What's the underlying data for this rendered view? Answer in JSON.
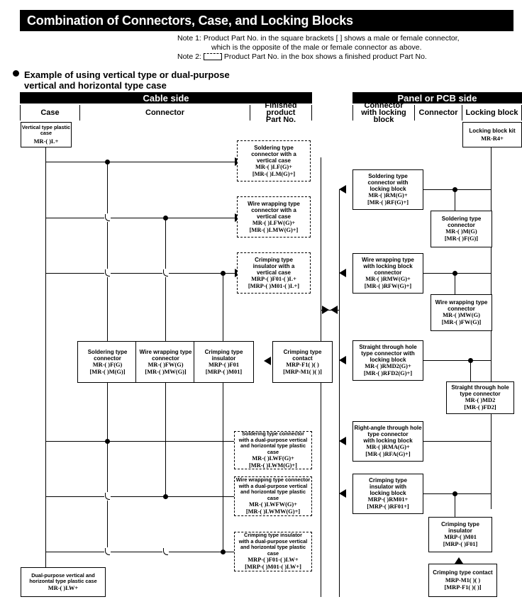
{
  "title": "Combination of Connectors, Case, and Locking Blocks",
  "notes": {
    "note1_label": "Note 1:",
    "note1_line1": "Product Part No. in the square brackets [   ] shows a male or female connector,",
    "note1_line2": "which is the opposite of the male or female connector as above.",
    "note2_label": "Note 2:",
    "note2_text": "Product Part No. in the box shows a finished product Part No."
  },
  "bullet_heading_line1": "Example of using vertical type or dual-purpose",
  "bullet_heading_line2": "vertical and horizontal type case",
  "headers": {
    "cable_side": "Cable side",
    "panel_side": "Panel or PCB side",
    "case": "Case",
    "connector": "Connector",
    "finished_product_l1": "Finished product",
    "finished_product_l2": "Part No.",
    "connector_with_locking_block_l1": "Connector",
    "connector_with_locking_block_l2": "with locking block",
    "connector_right": "Connector",
    "locking_block": "Locking block"
  },
  "boxes": {
    "vertical_case": {
      "title": [
        "Vertical type plastic case"
      ],
      "parts": [
        "MR-(  )L+"
      ]
    },
    "dual_case": {
      "title": [
        "Dual-purpose vertical and",
        "horizontal type plastic case"
      ],
      "parts": [
        "MR-(  )LW+"
      ]
    },
    "locking_block_kit": {
      "title": [
        "Locking block kit"
      ],
      "parts": [
        "MR-R4+"
      ]
    },
    "sold_vert": {
      "title": [
        "Soldering type",
        "connector with a",
        "vertical case"
      ],
      "parts": [
        "MR-(  )LF(G)+",
        "[MR-(  )LM(G)+]"
      ]
    },
    "wire_vert": {
      "title": [
        "Wire wrapping type",
        "connector with a",
        "vertical case"
      ],
      "parts": [
        "MR-(  )LFW(G)+",
        "[MR-(  )LMW(G)+]"
      ]
    },
    "crimp_vert": {
      "title": [
        "Crimping type",
        "insulator with a",
        "vertical case"
      ],
      "parts": [
        "MRP-(  )F01-(  )L+",
        "[MRP-(  )M01-(  )L+]"
      ]
    },
    "sold_dual": {
      "title": [
        "Soldering type connector",
        "with a dual-purpose vertical",
        "and horizontal type plastic case"
      ],
      "parts": [
        "MR-(  )LWF(G)+",
        "[MR-(  )LWM(G)+]"
      ]
    },
    "wire_dual": {
      "title": [
        "Wire wrapping type connector",
        "with a dual-purpose vertical",
        "and horizontal type plastic case"
      ],
      "parts": [
        "MR-(  )LWFW(G)+",
        "[MR-(  )LWMW(G)+]"
      ]
    },
    "crimp_dual": {
      "title": [
        "Crimping type insulator",
        "with a dual-purpose vertical",
        "and horizontal type plastic case"
      ],
      "parts": [
        "MRP-(  )F01-(  )LW+",
        "[MRP-(  )M01-(  )LW+]"
      ]
    },
    "sold_conn": {
      "title": [
        "Soldering type",
        "connector"
      ],
      "parts": [
        "MR-(  )F(G)",
        "[MR-(  )M(G)]"
      ]
    },
    "wire_conn": {
      "title": [
        "Wire wrapping type",
        "connector"
      ],
      "parts": [
        "MR-(  )FW(G)",
        "[MR-(  )MW(G)]"
      ]
    },
    "crimp_insul": {
      "title": [
        "Crimping type",
        "insulator"
      ],
      "parts": [
        "MRP-(  )F01",
        "[MRP-(  )M01]"
      ]
    },
    "crimp_contact": {
      "title": [
        "Crimping type",
        "contact"
      ],
      "parts": [
        "MRP-F1(  )(  )",
        "[MRP-M1(  )(  )]"
      ]
    },
    "sold_lock": {
      "title": [
        "Soldering type",
        "connector with",
        "locking block"
      ],
      "parts": [
        "MR-(  )RM(G)+",
        "[MR-(  )RF(G)+]"
      ]
    },
    "wire_lock": {
      "title": [
        "Wire wrapping type",
        "with locking block",
        "connector"
      ],
      "parts": [
        "MR-(  )RMW(G)+",
        "[MR-(  )RFW(G)+]"
      ]
    },
    "straight_lock": {
      "title": [
        "Straight through hole",
        "type connector with",
        "locking block"
      ],
      "parts": [
        "MR-(  )RMD2(G)+",
        "[MR-(  )RFD2(G)+]"
      ]
    },
    "rightangle_lock": {
      "title": [
        "Right-angle through hole",
        "type connector",
        "with locking block"
      ],
      "parts": [
        "MR-(  )RMA(G)+",
        "[MR-(  )RFA(G)+]"
      ]
    },
    "crimp_lock": {
      "title": [
        "Crimping type",
        "insulator with",
        "locking block"
      ],
      "parts": [
        "MRP-(  )RM01+",
        "[MRP-(  )RF01+]"
      ]
    },
    "sold_conn_r": {
      "title": [
        "Soldering type",
        "connector"
      ],
      "parts": [
        "MR-(  )M(G)",
        "[MR-(  )F(G)]"
      ]
    },
    "wire_conn_r": {
      "title": [
        "Wire wrapping type",
        "connector"
      ],
      "parts": [
        "MR-(  )MW(G)",
        "[MR-(  )FW(G)]"
      ]
    },
    "straight_conn_r": {
      "title": [
        "Straight through hole",
        "type connector"
      ],
      "parts": [
        "MR-(  )MD2",
        "[MR-(  )FD2]"
      ]
    },
    "crimp_insul_r": {
      "title": [
        "Crimping type",
        "insulator"
      ],
      "parts": [
        "MRP-(  )M01",
        "[MRP-(  )F01]"
      ]
    },
    "crimp_contact_r": {
      "title": [
        "Crimping type contact"
      ],
      "parts": [
        "MRP-M1(  )(  )",
        "[MRP-F1(  )(  )]"
      ]
    }
  }
}
